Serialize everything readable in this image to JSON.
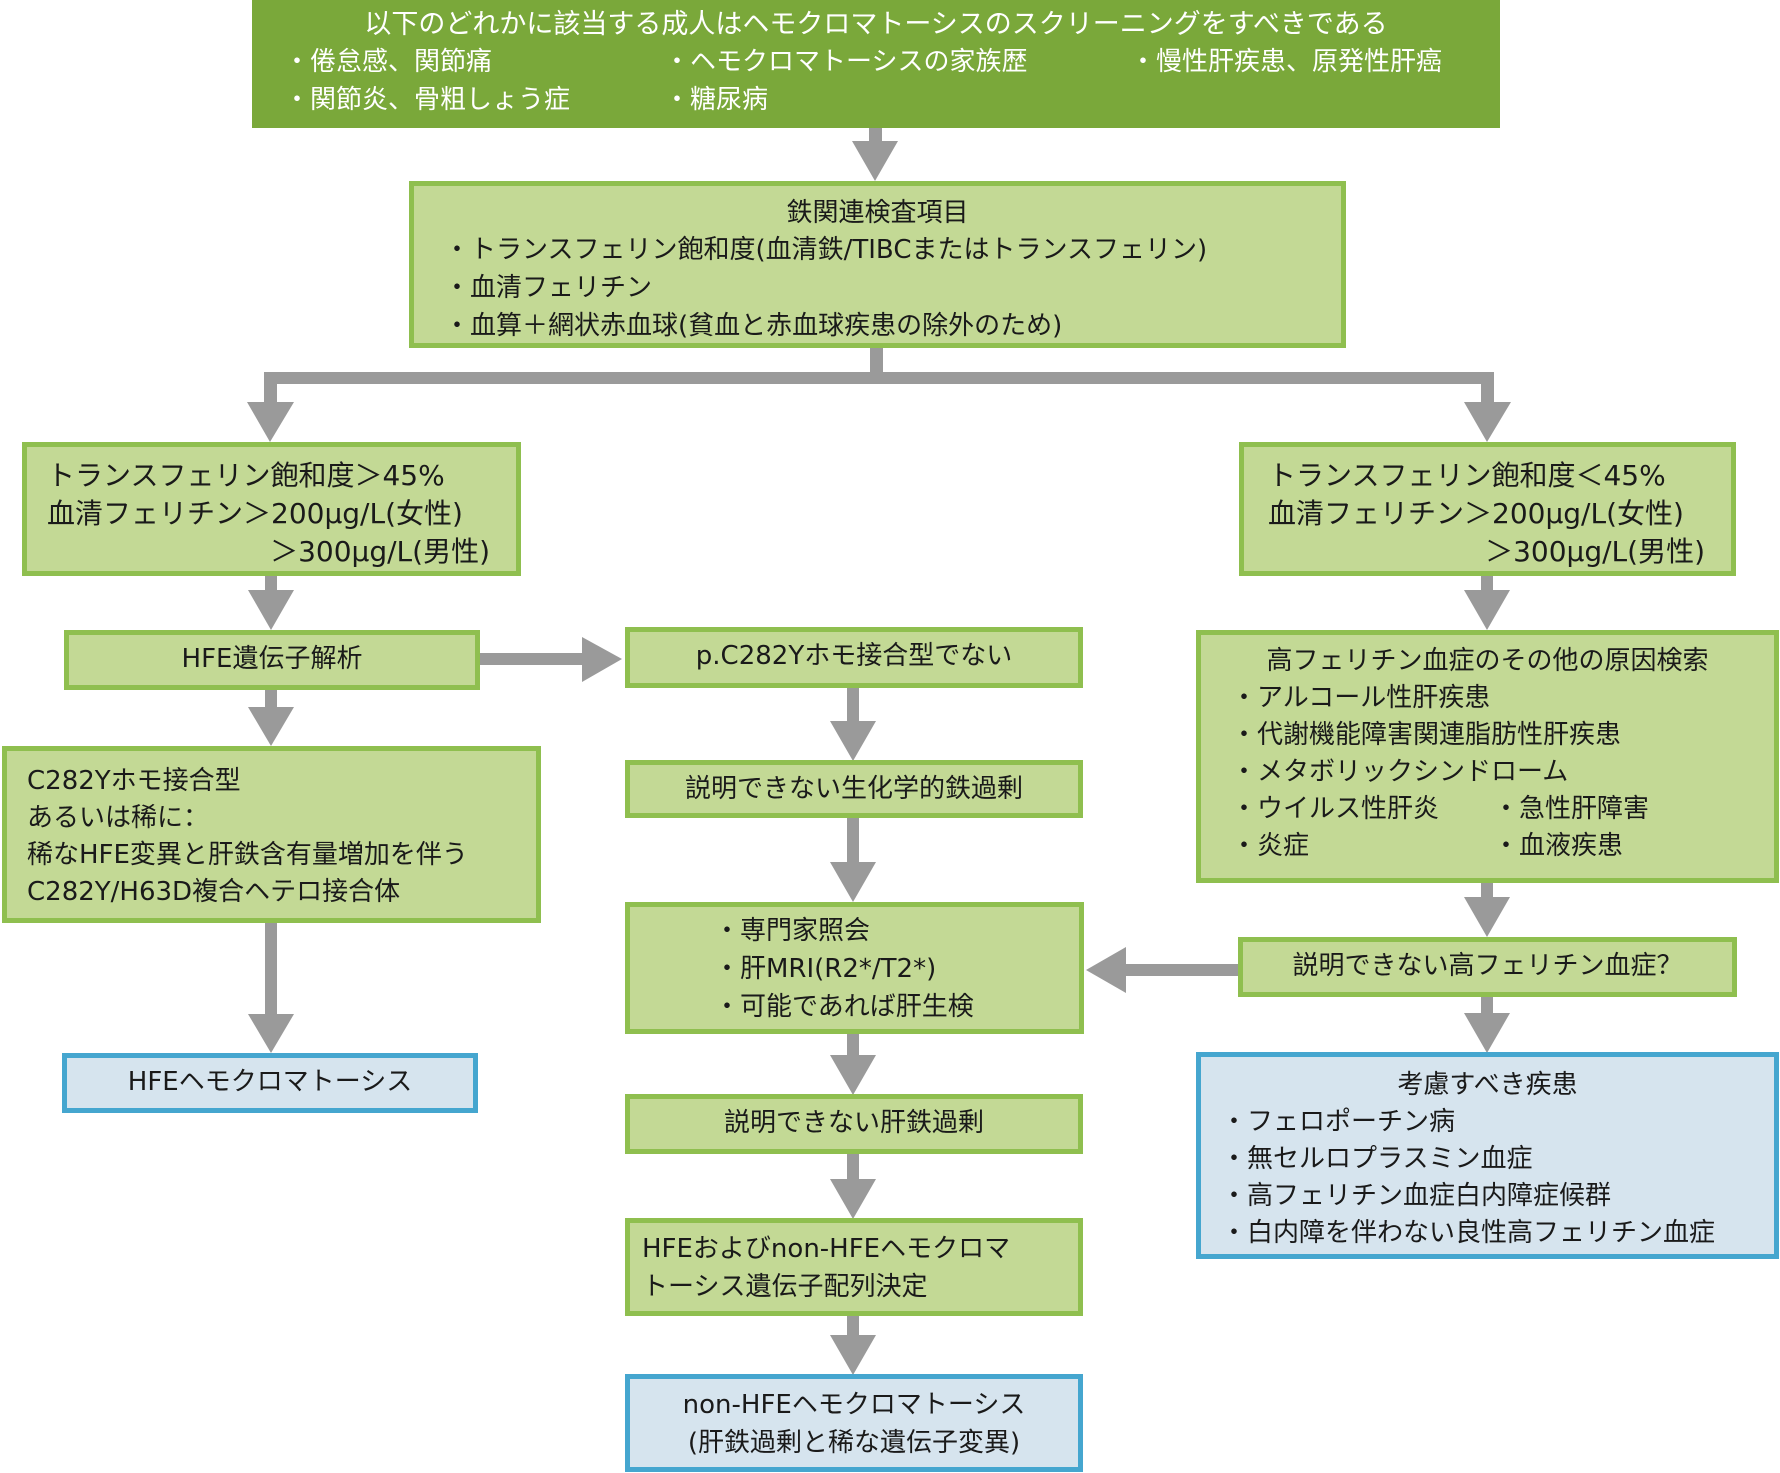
{
  "colors": {
    "header_fill": "#7aa83a",
    "step_fill": "#c3d995",
    "step_border": "#8fbf4f",
    "outcome_fill": "#d6e4ee",
    "outcome_border": "#45a6cf",
    "arrow": "#9a9a9a"
  },
  "screening": {
    "title": "以下のどれかに該当する成人はヘモクロマトーシスのスクリーニングをすべきである",
    "items": [
      "・倦怠感、関節痛",
      "・ヘモクロマトーシスの家族歴",
      "・慢性肝疾患、原発性肝癌",
      "・関節炎、骨粗しょう症",
      "・糖尿病"
    ]
  },
  "iron_tests": {
    "title": "鉄関連検査項目",
    "items": [
      "・トランスフェリン飽和度(血清鉄/TIBCまたはトランスフェリン)",
      "・血清フェリチン",
      "・血算＋網状赤血球(貧血と赤血球疾患の除外のため)"
    ]
  },
  "left_criteria": {
    "lines": [
      "トランスフェリン飽和度＞45%",
      "血清フェリチン＞200μg/L(女性)",
      "＞300μg/L(男性)"
    ]
  },
  "right_criteria": {
    "lines": [
      "トランスフェリン飽和度＜45%",
      "血清フェリチン＞200μg/L(女性)",
      "＞300μg/L(男性)"
    ]
  },
  "hfe_analysis": {
    "label": "HFE遺伝子解析"
  },
  "c282y_result": {
    "lines": [
      "C282Yホモ接合型",
      "あるいは稀に：",
      "稀なHFE変異と肝鉄含有量増加を伴う",
      "C282Y/H63D複合ヘテロ接合体"
    ]
  },
  "hfe_hemochromatosis": {
    "label": "HFEヘモクロマトーシス"
  },
  "not_homozygous": {
    "label": "p.C282Yホモ接合型でない"
  },
  "unexplained_biochem": {
    "label": "説明できない生化学的鉄過剰"
  },
  "specialist": {
    "items": [
      "・専門家照会",
      "・肝MRI(R2*/T2*)",
      "・可能であれば肝生検"
    ]
  },
  "unexplained_liver": {
    "label": "説明できない肝鉄過剰"
  },
  "sequencing": {
    "lines": [
      "HFEおよびnon-HFEヘモクロマ",
      "トーシス遺伝子配列決定"
    ]
  },
  "non_hfe": {
    "lines": [
      "non-HFEヘモクロマトーシス",
      "(肝鉄過剰と稀な遺伝子変異)"
    ]
  },
  "other_causes": {
    "title": "高フェリチン血症のその他の原因検索",
    "items": [
      "・アルコール性肝疾患",
      "・代謝機能障害関連脂肪性肝疾患",
      "・メタボリックシンドローム",
      "・ウイルス性肝炎",
      "・急性肝障害",
      "・炎症",
      "・血液疾患"
    ]
  },
  "unexplained_hyperferritinemia": {
    "label": "説明できない高フェリチン血症？"
  },
  "consider_diseases": {
    "title": "考慮すべき疾患",
    "items": [
      "・フェロポーチン病",
      "・無セルロプラスミン血症",
      "・高フェリチン血症白内障症候群",
      "・白内障を伴わない良性高フェリチン血症"
    ]
  }
}
